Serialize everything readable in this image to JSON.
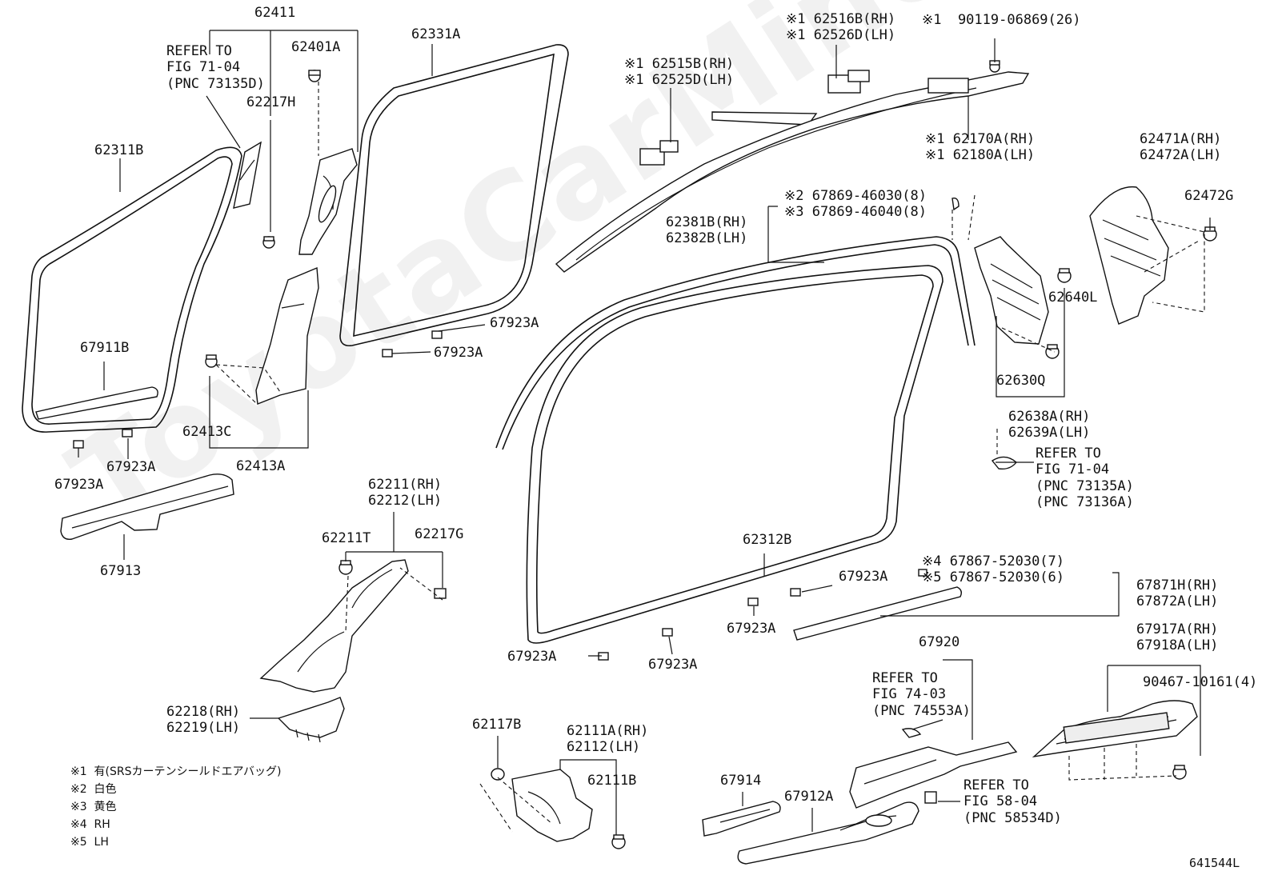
{
  "diagram_id": "641544L",
  "watermark": "ToyotaCarMine.ru",
  "legend": [
    {
      "mark": "※1",
      "text": "有(SRSカーテンシールドエアバッグ)"
    },
    {
      "mark": "※2",
      "text": "白色"
    },
    {
      "mark": "※3",
      "text": "黄色"
    },
    {
      "mark": "※4",
      "text": "RH"
    },
    {
      "mark": "※5",
      "text": "LH"
    }
  ],
  "labels": {
    "l62411": "62411",
    "l62401A": "62401A",
    "lrefer1": "REFER TO\nFIG 71-04\n(PNC 73135D)",
    "l62217H": "62217H",
    "l62311B": "62311B",
    "l62331A": "62331A",
    "l67911B": "67911B",
    "l67923A_a": "67923A",
    "l67923A_b": "67923A",
    "l67923A_c": "67923A",
    "l67923A_d": "67923A",
    "l62413C": "62413C",
    "l62413A": "62413A",
    "l67913": "67913",
    "l62515": "※1 62515B(RH)\n※1 62525D(LH)",
    "l62516": "※1 62516B(RH)\n※1 62526D(LH)",
    "l90119": "※1  90119-06869(26)",
    "l62170": "※1 62170A(RH)\n※1 62180A(LH)",
    "l62471": "62471A(RH)\n62472A(LH)",
    "l62472G": "62472G",
    "l67869": "※2 67869-46030(8)\n※3 67869-46040(8)",
    "l62381": "62381B(RH)\n62382B(LH)",
    "l62640L": "62640L",
    "l62630Q": "62630Q",
    "l62638": "62638A(RH)\n62639A(LH)",
    "lrefer2": "REFER TO\nFIG 71-04\n(PNC 73135A)\n(PNC 73136A)",
    "l62211": "62211(RH)\n62212(LH)",
    "l62211T": "62211T",
    "l62217G": "62217G",
    "l62312B": "62312B",
    "l67867": "※4 67867-52030(7)\n※5 67867-52030(6)",
    "l67871": "67871H(RH)\n67872A(LH)",
    "l67923A_e": "67923A",
    "l67923A_f": "67923A",
    "l67923A_g": "67923A",
    "l67923A_h": "67923A",
    "l62218": "62218(RH)\n62219(LH)",
    "l67920": "67920",
    "lrefer3": "REFER TO\nFIG 74-03\n(PNC 74553A)",
    "l67917": "67917A(RH)\n67918A(LH)",
    "l90467": "90467-10161(4)",
    "l62117B": "62117B",
    "l62111": "62111A(RH)\n62112(LH)",
    "l62111B": "62111B",
    "l67914": "67914",
    "l67912A": "67912A",
    "lrefer4": "REFER TO\nFIG 58-04\n(PNC 58534D)"
  }
}
